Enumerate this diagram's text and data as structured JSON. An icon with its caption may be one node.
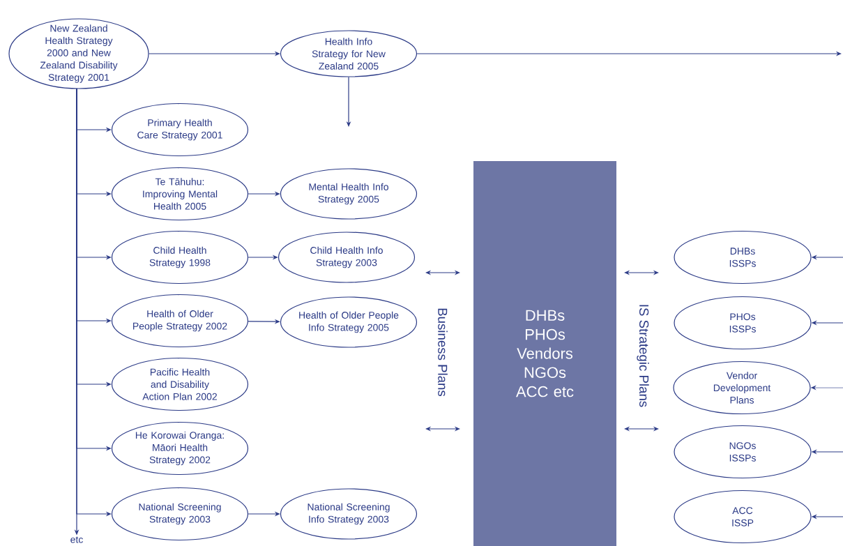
{
  "diagram": {
    "nodes": [
      {
        "text": [
          "New Zealand Health Strategy 2000 and New Zealand Disability Strategy 2001"
        ]
      },
      {
        "text": [
          "Health Info Strategy for New Zealand 2005"
        ]
      },
      {
        "text": [
          "Primary Health Care Strategy 2001"
        ]
      },
      {
        "text": [
          "Te Tāhuhu: Improving Mental Health 2005"
        ]
      },
      {
        "text": [
          "Mental Health Info Strategy 2005"
        ]
      },
      {
        "text": [
          "Child Health Strategy 1998"
        ]
      },
      {
        "text": [
          "Child Health Info Strategy 2003"
        ]
      },
      {
        "text": [
          "Health of Older People Strategy 2002"
        ]
      },
      {
        "text": [
          "Health of Older People Info Strategy 2005"
        ]
      },
      {
        "text": [
          "Pacific Health and Disability Action Plan 2002"
        ]
      },
      {
        "text": [
          "He Korowai Oranga: Māori Health Strategy 2002"
        ]
      },
      {
        "text": [
          "National Screening Strategy 2003"
        ]
      },
      {
        "text": [
          "National Screening Info Strategy 2003"
        ]
      },
      {
        "text": [
          "DHBs PHOs Vendors NGOs ACC etc"
        ]
      },
      {
        "text": [
          "DHBs ISSPs"
        ]
      },
      {
        "text": [
          "PHOs ISSPs"
        ]
      },
      {
        "text": [
          "Vendor Development Plans"
        ]
      },
      {
        "text": [
          "NGOs ISSPs"
        ]
      },
      {
        "text": [
          "ACC ISSP"
        ]
      },
      {
        "text": [
          "etc"
        ]
      }
    ],
    "edges": [
      {
        "from": 0,
        "to": 1,
        "arrow": "to"
      },
      {
        "from": 1,
        "to": null,
        "arrow": "to"
      },
      {
        "from": 1,
        "to": null,
        "arrow": "to"
      },
      {
        "from": 0,
        "to": 2,
        "arrow": "to"
      },
      {
        "from": 0,
        "to": 3,
        "arrow": "to"
      },
      {
        "from": 0,
        "to": 5,
        "arrow": "to"
      },
      {
        "from": 0,
        "to": 7,
        "arrow": "to"
      },
      {
        "from": 0,
        "to": 9,
        "arrow": "to"
      },
      {
        "from": 0,
        "to": 10,
        "arrow": "to"
      },
      {
        "from": 0,
        "to": 11,
        "arrow": "to"
      },
      {
        "from": 0,
        "to": 19,
        "arrow": "to"
      },
      {
        "from": 3,
        "to": 4,
        "arrow": "to"
      },
      {
        "from": 5,
        "to": 6,
        "arrow": "to"
      },
      {
        "from": 7,
        "to": 8,
        "arrow": "to"
      },
      {
        "from": 11,
        "to": 12,
        "arrow": "to"
      },
      {
        "from": null,
        "to": 14,
        "arrow": "to"
      },
      {
        "from": null,
        "to": 15,
        "arrow": "to"
      },
      {
        "from": null,
        "to": 16,
        "arrow": "to"
      },
      {
        "from": null,
        "to": 17,
        "arrow": "to"
      },
      {
        "from": null,
        "to": 18,
        "arrow": "to"
      }
    ],
    "labels": [
      "Business Plans",
      "IS Strategic Plans"
    ]
  }
}
